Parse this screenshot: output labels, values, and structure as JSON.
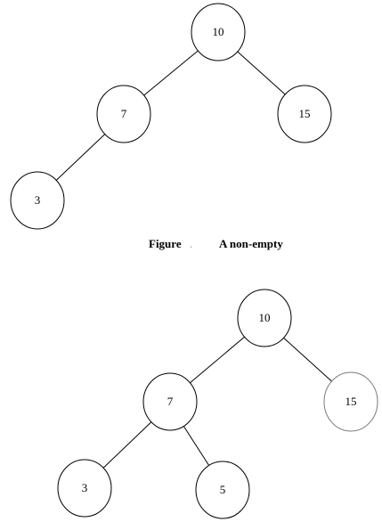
{
  "caption": {
    "figure": "Figure",
    "separator": ".",
    "description": "A non-empty"
  },
  "trees": [
    {
      "nodes": [
        {
          "id": "n10",
          "label": "10"
        },
        {
          "id": "n7",
          "label": "7"
        },
        {
          "id": "n15",
          "label": "15"
        },
        {
          "id": "n3",
          "label": "3"
        }
      ],
      "edges": [
        [
          "n10",
          "n7"
        ],
        [
          "n10",
          "n15"
        ],
        [
          "n7",
          "n3"
        ]
      ]
    },
    {
      "nodes": [
        {
          "id": "m10",
          "label": "10"
        },
        {
          "id": "m7",
          "label": "7"
        },
        {
          "id": "m15",
          "label": "15"
        },
        {
          "id": "m3",
          "label": "3"
        },
        {
          "id": "m5",
          "label": "5"
        }
      ],
      "edges": [
        [
          "m10",
          "m7"
        ],
        [
          "m10",
          "m15"
        ],
        [
          "m7",
          "m3"
        ],
        [
          "m7",
          "m5"
        ]
      ]
    }
  ]
}
